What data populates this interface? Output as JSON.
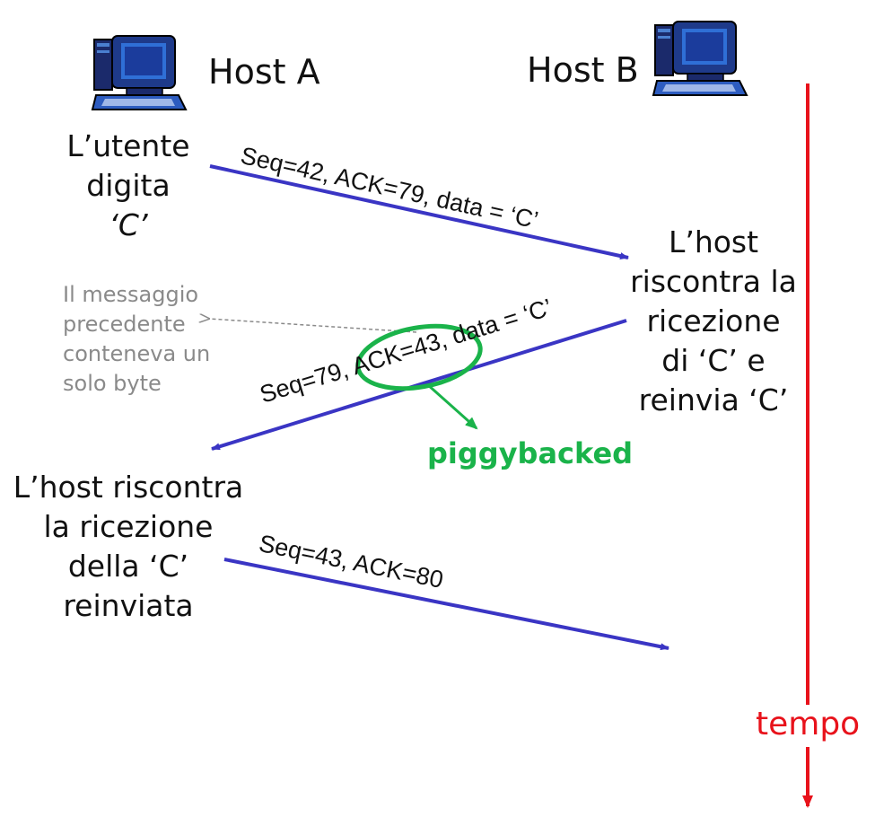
{
  "host_a": {
    "label": "Host A"
  },
  "host_b": {
    "label": "Host B"
  },
  "host_a_event_1": {
    "lines": [
      "L’utente",
      "digita",
      "‘C’"
    ]
  },
  "host_b_event": {
    "lines": [
      "L’host",
      "riscontra la",
      "ricezione",
      "di ‘C’ e",
      "reinvia ‘C’"
    ]
  },
  "host_a_event_2": {
    "lines": [
      "L’host riscontra",
      "la ricezione",
      "della ‘C’",
      "reinviata"
    ]
  },
  "note": {
    "lines": [
      "Il messaggio",
      "precedente",
      "conteneva un",
      "solo byte"
    ]
  },
  "messages": [
    {
      "label": "Seq=42, ACK=79, data = ‘C’"
    },
    {
      "label": "Seq=79, ACK=43, data = ‘C’"
    },
    {
      "label": "Seq=43, ACK=80"
    }
  ],
  "piggyback": {
    "label": "piggybacked"
  },
  "time_axis": {
    "label": "tempo"
  },
  "colors": {
    "message_arrow": "#3a35c4",
    "time_axis": "#e8121b",
    "piggyback": "#1ab34a",
    "note": "#8a8a8a"
  },
  "icons": [
    "computer-icon",
    "computer-icon"
  ]
}
